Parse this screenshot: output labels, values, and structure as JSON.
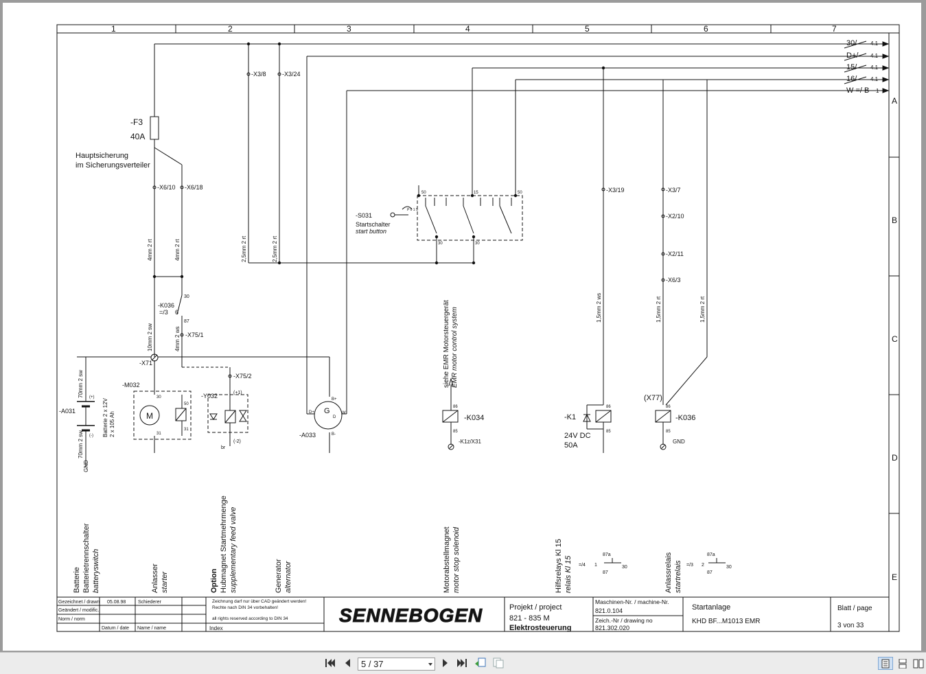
{
  "sheet": {
    "columns": [
      "1",
      "2",
      "3",
      "4",
      "5",
      "6",
      "7"
    ],
    "rows": [
      "A",
      "B",
      "C",
      "D",
      "E"
    ],
    "fuse": {
      "id": "-F3",
      "rating": "40A",
      "desc1": "Hauptsicherung",
      "desc2": "im Sicherungsverteiler"
    },
    "bus": [
      {
        "label": "30/",
        "ref": "4.1"
      },
      {
        "label": "D+/",
        "ref": "4.1"
      },
      {
        "label": "15/",
        "ref": "4.1"
      },
      {
        "label": "16/",
        "ref": "4.1"
      },
      {
        "label": "W =/ B",
        "ref": "1"
      }
    ],
    "terminals": {
      "x3_8": "-X3/8",
      "x3_24": "-X3/24",
      "x6_10": "-X6/10",
      "x6_18": "-X6/18",
      "x3_19": "-X3/19",
      "x3_7": "-X3/7",
      "x2_10": "-X2/10",
      "x2_11": "-X2/11",
      "x6_3": "-X6/3",
      "x75_1": "-X75/1",
      "x75_2": "-X75/2",
      "x71": "-X71",
      "x77": "(X77)"
    },
    "wires": {
      "w4a": "4mm",
      "w4b": "4mm",
      "w25a": "2,5mm",
      "w25b": "2,5mm",
      "w10": "10mm",
      "w4ws": "4mm",
      "w70a": "70mm",
      "w70b": "70mm",
      "w15a": "1,5mm",
      "w15b": "1,5mm",
      "w15c": "1,5mm",
      "sup": "2",
      "rt": "rt",
      "sw": "sw",
      "ws": "ws"
    },
    "s031": {
      "id": "-S031",
      "name": "Startschalter",
      "name_en": "start button",
      "pos": "P 0 1 5",
      "t50a": "50",
      "t15": "15",
      "t50b": "50",
      "t30a": "30",
      "t30b": "30"
    },
    "k036_contact": {
      "id": "-K036",
      "ref": "=/3",
      "num": "6",
      "t30": "30",
      "t87": "87"
    },
    "battery": {
      "id": "-A031",
      "plus": "(+)",
      "minus": "(-)",
      "spec1": "Batterie 2 x 12V",
      "spec2": "2 x 105 Ah",
      "gnd": "GND"
    },
    "starter": {
      "id": "-M032",
      "t30": "30",
      "t50": "50",
      "t31": "31",
      "sym": "M"
    },
    "valve": {
      "id": "-Y032",
      "p1": "(+1)",
      "p2": "(-2)",
      "br": "br"
    },
    "alternator": {
      "id": "-A033",
      "dplus": "D+",
      "bplus": "B+",
      "bminus": "B-",
      "d": "D",
      "w": "W",
      "sym": "G"
    },
    "emr": {
      "line1": "siehe EMR Motorsteuergerät",
      "line2": "EMR motor control system"
    },
    "k034": {
      "id": "-K034",
      "t86": "86",
      "t85": "85",
      "gnd": "-K1z/X31"
    },
    "k1": {
      "id": "-K1",
      "t86": "86",
      "t85": "85",
      "spec1": "24V DC",
      "spec2": "50A"
    },
    "k036": {
      "id": "-K036",
      "t86": "86",
      "t85": "85",
      "gnd": "GND"
    },
    "captions": [
      {
        "de": "Batterie",
        "de2": "Batterietrennschalter",
        "en": "batteryswitch"
      },
      {
        "de": "Anlasser",
        "en": "starter"
      },
      {
        "pre": "Option",
        "de": "Hubmagnet Startmehrmenge",
        "en": "supplementary feed valve"
      },
      {
        "de": "Generator",
        "en": "alternator"
      },
      {
        "de": "Motorabstellmagnet",
        "en": "motor stop solenoid"
      },
      {
        "de": "Hilfsrelays Kl 15",
        "en": "relais Kl 15"
      },
      {
        "de": "Anlassrelais",
        "en": "startrelais"
      }
    ],
    "xrefs": {
      "k1": "=/4",
      "k1n": "1",
      "k036": "=/3",
      "k036n": "2",
      "c87a": "87a",
      "c87": "87",
      "c30": "30"
    },
    "title_block": {
      "drawn_label": "Gezeichnet / drawn",
      "drawn_date": "05.08.98",
      "drawn_name": "Schiederer",
      "modif_label": "Geändert / modific.",
      "norm_label": "Norm / norm",
      "date_label": "Datum / date",
      "name_label": "Name / name",
      "note1": "Zeichnung darf nur  über CAD geändert werden!",
      "note2": "Rechte nach DIN 34 vorbehalten!",
      "note3": "all rights reserved according to DIN 34",
      "index_label": "Index",
      "logo": "SENNEBOGEN",
      "project_label": "Projekt / project",
      "project": "821 - 835 M",
      "subject": "Elektrosteuerung",
      "machine_label": "Maschinen-Nr.  / machine-Nr.",
      "machine": "821.0.104",
      "drawing_label": "Zeich.-Nr / drawing no",
      "drawing": "821.302.020",
      "title": "Startanlage",
      "subtitle": "KHD BF...M1013 EMR",
      "page_label": "Blatt / page",
      "page": "3 von 33"
    }
  },
  "toolbar": {
    "page_field": "5 / 37",
    "icons": [
      "first-page-icon",
      "previous-page-icon",
      "next-page-icon",
      "last-page-icon",
      "go-back-view-icon",
      "go-forward-view-icon",
      "single-page-view-icon",
      "continuous-view-icon",
      "facing-pages-view-icon"
    ]
  }
}
